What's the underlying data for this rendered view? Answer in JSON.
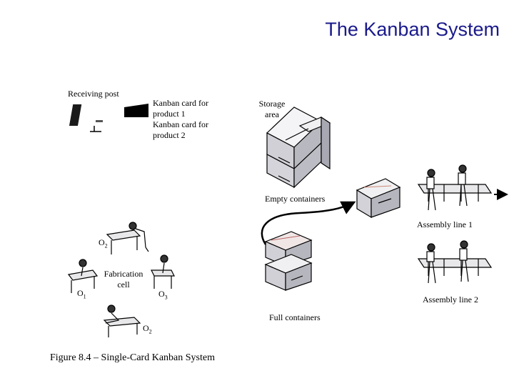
{
  "title": "The Kanban System",
  "labels": {
    "receiving_post": "Receiving post",
    "kanban_card_1_line1": "Kanban card for",
    "kanban_card_1_line2": "product 1",
    "kanban_card_2_line1": "Kanban card for",
    "kanban_card_2_line2": "product 2",
    "storage_line1": "Storage",
    "storage_line2": "area",
    "empty_containers": "Empty containers",
    "full_containers": "Full containers",
    "assembly_line_1": "Assembly line 1",
    "assembly_line_2": "Assembly line 2",
    "fabrication_line1": "Fabrication",
    "fabrication_line2": "cell",
    "o1": "O",
    "o1_sub": "1",
    "o2_top": "O",
    "o2_top_sub": "2",
    "o3": "O",
    "o3_sub": "3",
    "o2_bottom": "O",
    "o2_bottom_sub": "2"
  },
  "caption": "Figure 8.4 – Single-Card Kanban System"
}
